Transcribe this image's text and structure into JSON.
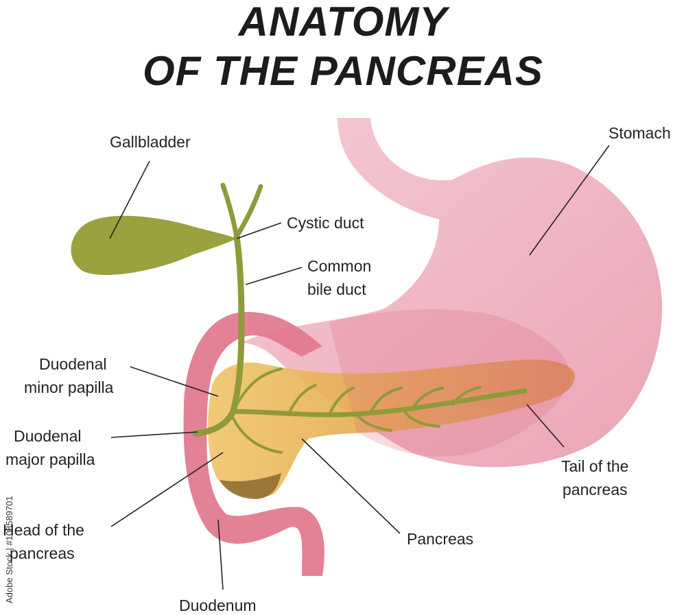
{
  "title": {
    "line1": "ANATOMY",
    "line2": "OF THE PANCREAS"
  },
  "labels": {
    "gallbladder": "Gallbladder",
    "stomach": "Stomach",
    "cystic_duct": "Cystic duct",
    "common_bile_duct_1": "Common",
    "common_bile_duct_2": "bile duct",
    "duodenal_minor_papilla_1": "Duodenal",
    "duodenal_minor_papilla_2": "minor papilla",
    "duodenal_major_papilla_1": "Duodenal",
    "duodenal_major_papilla_2": "major papilla",
    "head_of_pancreas_1": "Head of the",
    "head_of_pancreas_2": "pancreas",
    "pancreas": "Pancreas",
    "tail_of_pancreas_1": "Tail of the",
    "tail_of_pancreas_2": "pancreas",
    "duodenum": "Duodenum"
  },
  "watermark": "Adobe Stock | #108589701",
  "colors": {
    "stomach": "#f0b8c4",
    "duodenum": "#e07a8e",
    "pancreas": "#e8b44a",
    "bile": "#8f9a3a",
    "gallbladder": "#9aa13e"
  }
}
